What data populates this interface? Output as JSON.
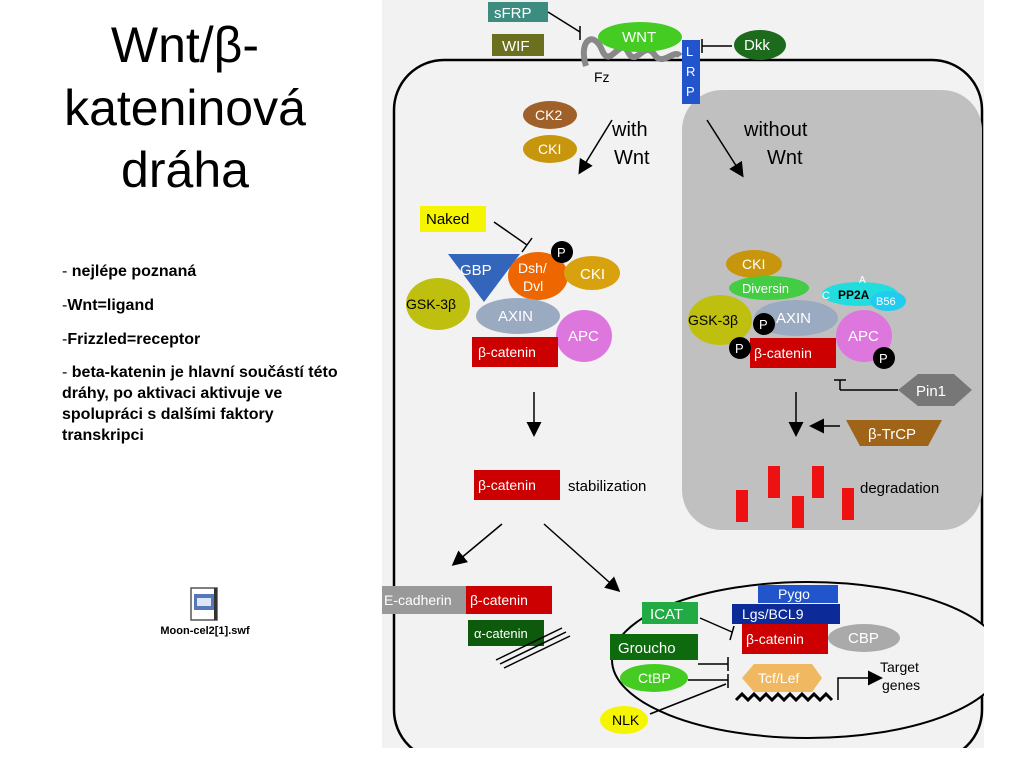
{
  "title": {
    "line1": "Wnt/β-",
    "line2": "kateninová",
    "line3": "dráha"
  },
  "bullets": [
    {
      "dash": "- ",
      "text": "nejlépe poznaná"
    },
    {
      "dash": "-",
      "text": "Wnt=ligand"
    },
    {
      "dash": "-",
      "text": "Frizzled=receptor"
    },
    {
      "dash": "- ",
      "text": "beta-katenin je hlavní součástí této dráhy, po aktivaci aktivuje ve spolupráci s dalšími faktory transkripci"
    }
  ],
  "file": {
    "name": "Moon-cel2[1].swf"
  },
  "diagram": {
    "membrane": {
      "sfrp": "sFRP",
      "wif": "WIF",
      "wnt": "WNT",
      "dkk": "Dkk",
      "fz": "Fz",
      "lrp": [
        "L",
        "R",
        "P"
      ]
    },
    "labels": {
      "with_wnt": [
        "with",
        "Wnt"
      ],
      "without_wnt": [
        "without",
        "Wnt"
      ],
      "stabilization": "stabilization",
      "degradation": "degradation",
      "target_genes": [
        "Target",
        "genes"
      ]
    },
    "with": {
      "ck2": "CK2",
      "cki": "CKI",
      "naked": "Naked",
      "gbp": "GBP",
      "dsh": [
        "Dsh/",
        "Dvl"
      ],
      "p": "P",
      "cki2": "CKI",
      "gsk": "GSK-3β",
      "axin": "AXIN",
      "apc": "APC",
      "bcat": "β-catenin",
      "bcat_stab": "β-catenin"
    },
    "without": {
      "cki": "CKI",
      "diversin": "Diversin",
      "pp2a": "PP2A",
      "c": "C",
      "a": "A",
      "b56": "B56",
      "gsk": "GSK-3β",
      "axin": "AXIN",
      "apc": "APC",
      "bcat": "β-catenin",
      "p": "P",
      "pin1": "Pin1",
      "btrcp": "β-TrCP"
    },
    "lower": {
      "ecad": "E-cadherin",
      "bcat_e": "β-catenin",
      "acat": "α-catenin"
    },
    "nucleus": {
      "pygo": "Pygo",
      "lgs": "Lgs/BCL9",
      "icat": "ICAT",
      "groucho": "Groucho",
      "ctbp": "CtBP",
      "bcat": "β-catenin",
      "cbp": "CBP",
      "tcf": "Tcf/Lef",
      "nlk": "NLK"
    }
  },
  "colors": {
    "red": "#cc0000",
    "green": "#229922",
    "gray_panel": "#c0c0c0",
    "blue_gbp": "#3366bb",
    "olive": "#6b7020"
  }
}
